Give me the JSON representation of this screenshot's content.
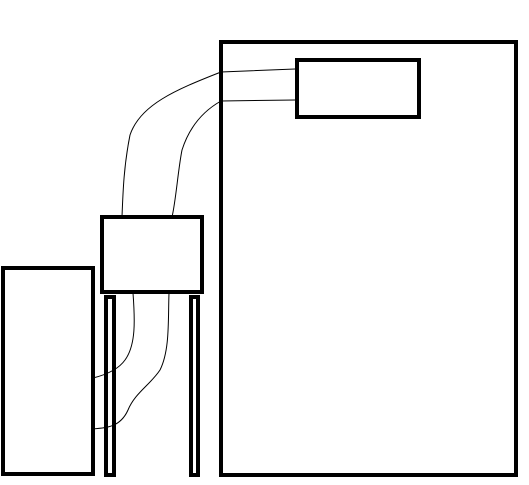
{
  "diagram": {
    "stroke_color": "#000000",
    "background_color": "#ffffff",
    "shapes": [
      {
        "name": "large-rectangle"
      },
      {
        "name": "small-rectangle-top-right"
      },
      {
        "name": "middle-rectangle"
      },
      {
        "name": "left-tall-rectangle"
      },
      {
        "name": "left-leg"
      },
      {
        "name": "right-leg"
      }
    ],
    "connectors": [
      {
        "name": "wire-top-outer"
      },
      {
        "name": "wire-top-inner"
      },
      {
        "name": "wire-bottom-outer"
      },
      {
        "name": "wire-bottom-inner"
      }
    ]
  }
}
